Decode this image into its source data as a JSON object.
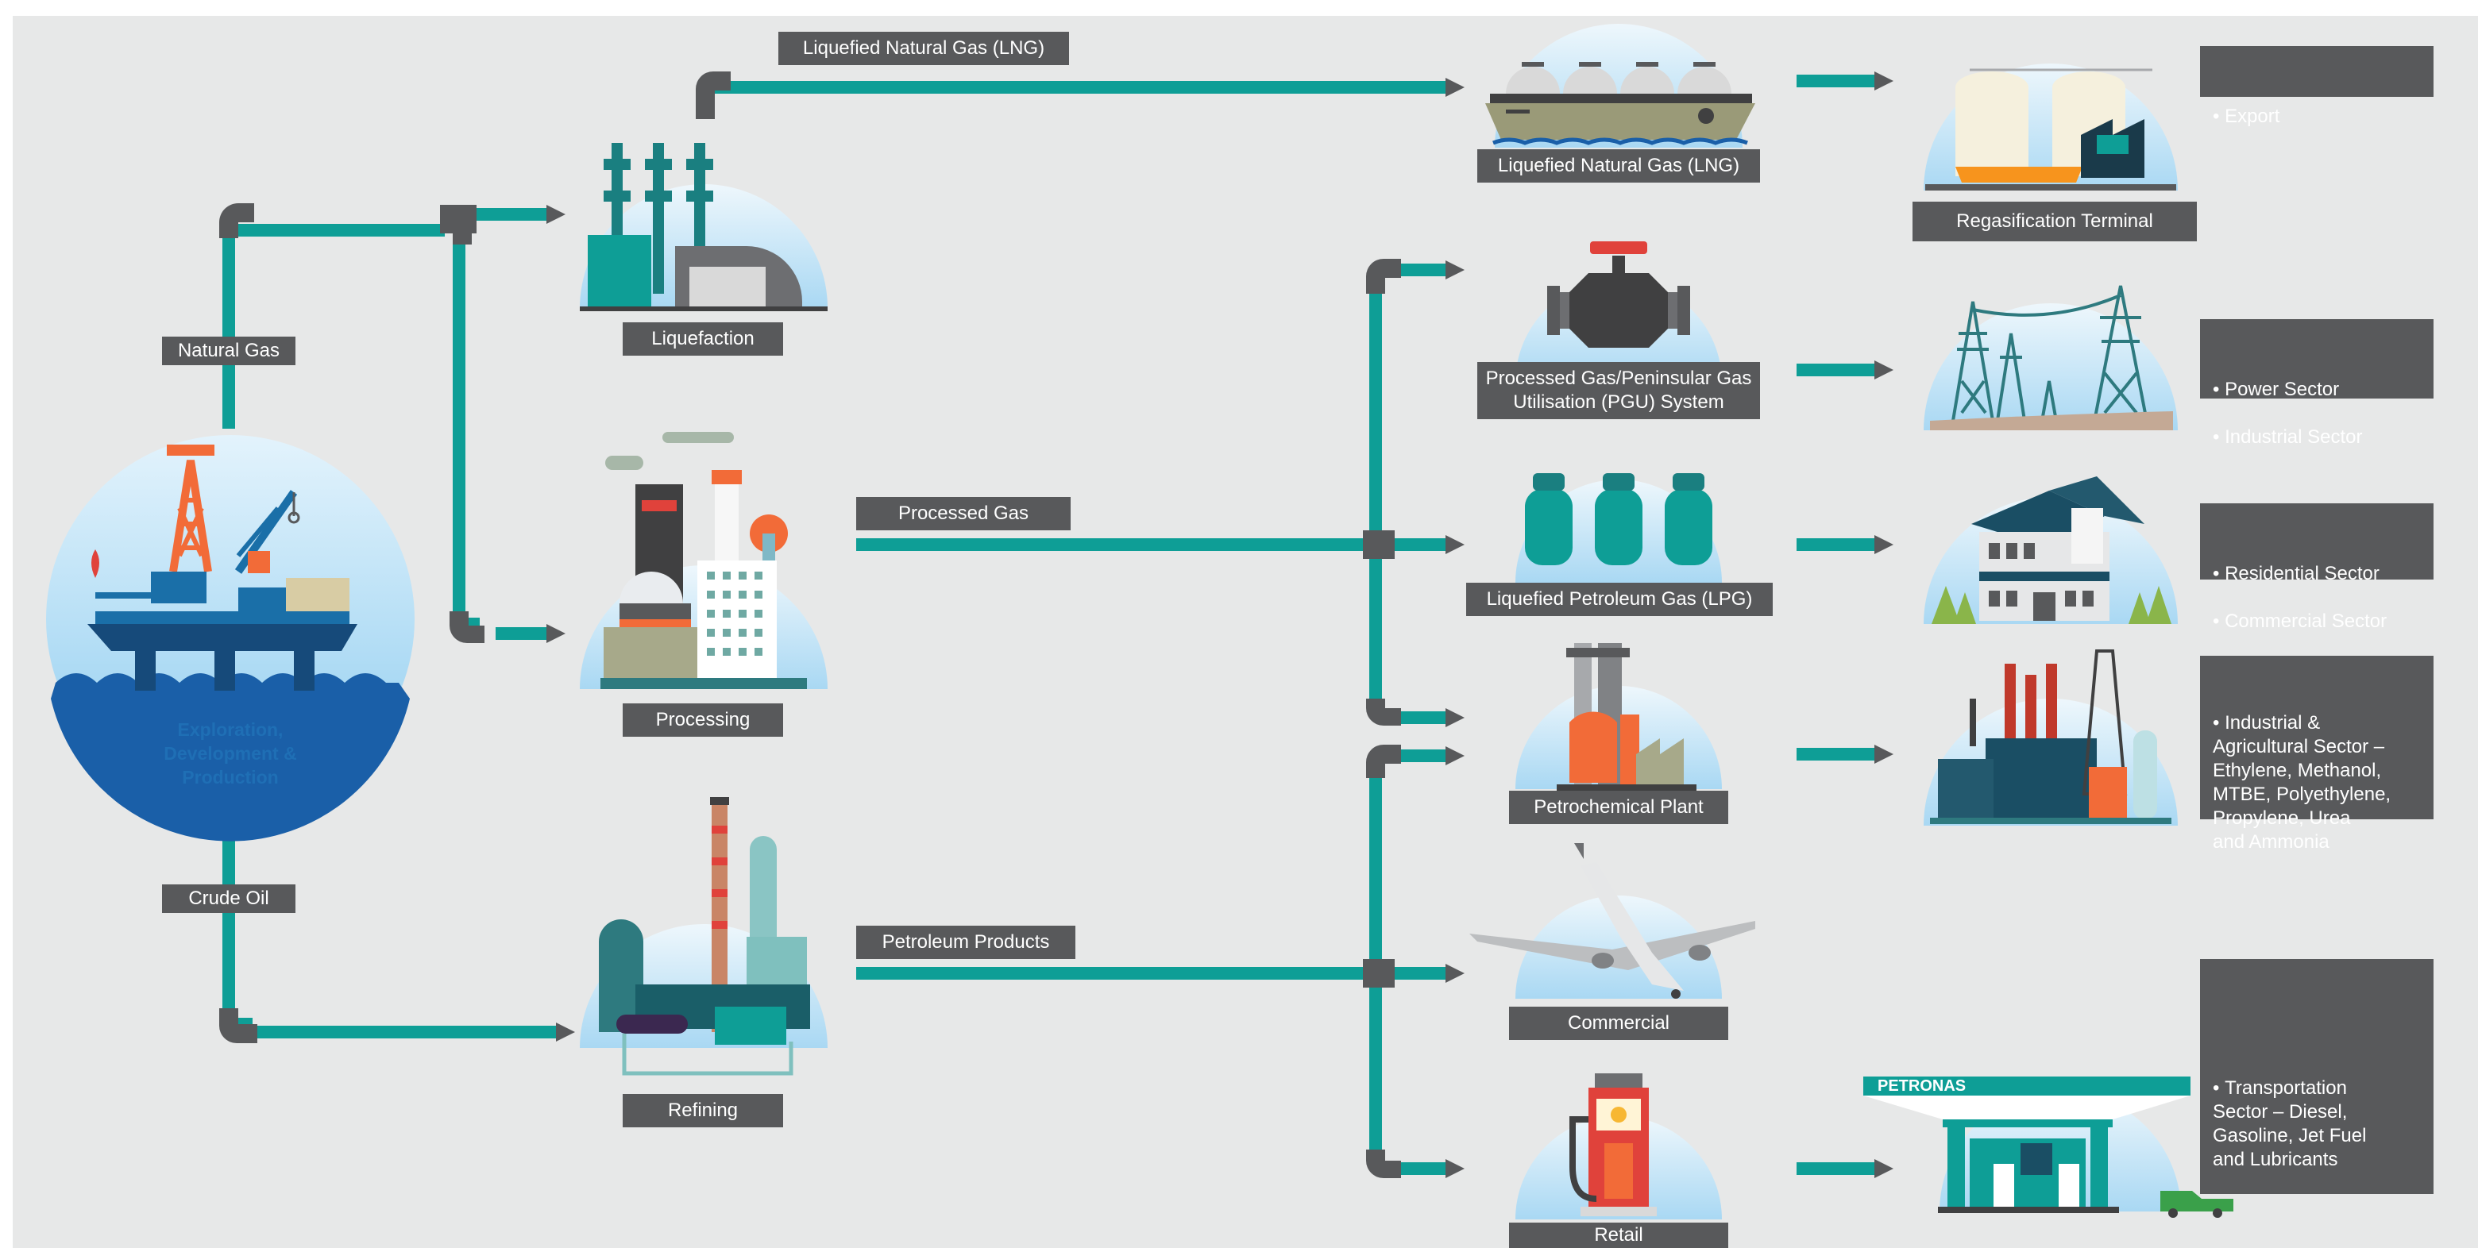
{
  "source": {
    "line1": "Exploration,",
    "line2": "Development &",
    "line3": "Production"
  },
  "streams": {
    "natural_gas": "Natural Gas",
    "crude_oil": "Crude Oil",
    "lng_route": "Liquefied Natural Gas (LNG)",
    "processed_gas": "Processed Gas",
    "petroleum_products": "Petroleum Products"
  },
  "facilities": {
    "liquefaction": "Liquefaction",
    "processing": "Processing",
    "refining": "Refining"
  },
  "products": {
    "lng_ship": "Liquefied Natural Gas (LNG)",
    "pgu_line1": "Processed Gas/Peninsular Gas",
    "pgu_line2": "Utilisation (PGU) System",
    "lpg": "Liquefied Petroleum Gas (LPG)",
    "petrochemical": "Petrochemical Plant",
    "commercial": "Commercial",
    "retail": "Retail"
  },
  "destinations": {
    "regas": "Regasification Terminal",
    "brand": "PETRONAS"
  },
  "sectors": {
    "export": [
      "Export"
    ],
    "power": [
      "Power Sector",
      "Industrial Sector"
    ],
    "residential": [
      "Residential Sector",
      "Commercial Sector"
    ],
    "industrial": [
      "Industrial &\nAgricultural Sector –\nEthylene, Methanol,\nMTBE, Polyethylene,\nPropylene, Urea\nand Ammonia"
    ],
    "transport": [
      "Transportation\nSector – Diesel,\nGasoline, Jet Fuel\nand Lubricants"
    ]
  },
  "colors": {
    "pipe": "#0e9e96",
    "joint": "#58595b",
    "label_bg": "#58595b",
    "panel_bg": "#e7e8e8",
    "sky_light": "#eef7fc",
    "sky_dark": "#a9d8f3",
    "accent_orange": "#f26b38",
    "accent_red": "#e0423b"
  }
}
